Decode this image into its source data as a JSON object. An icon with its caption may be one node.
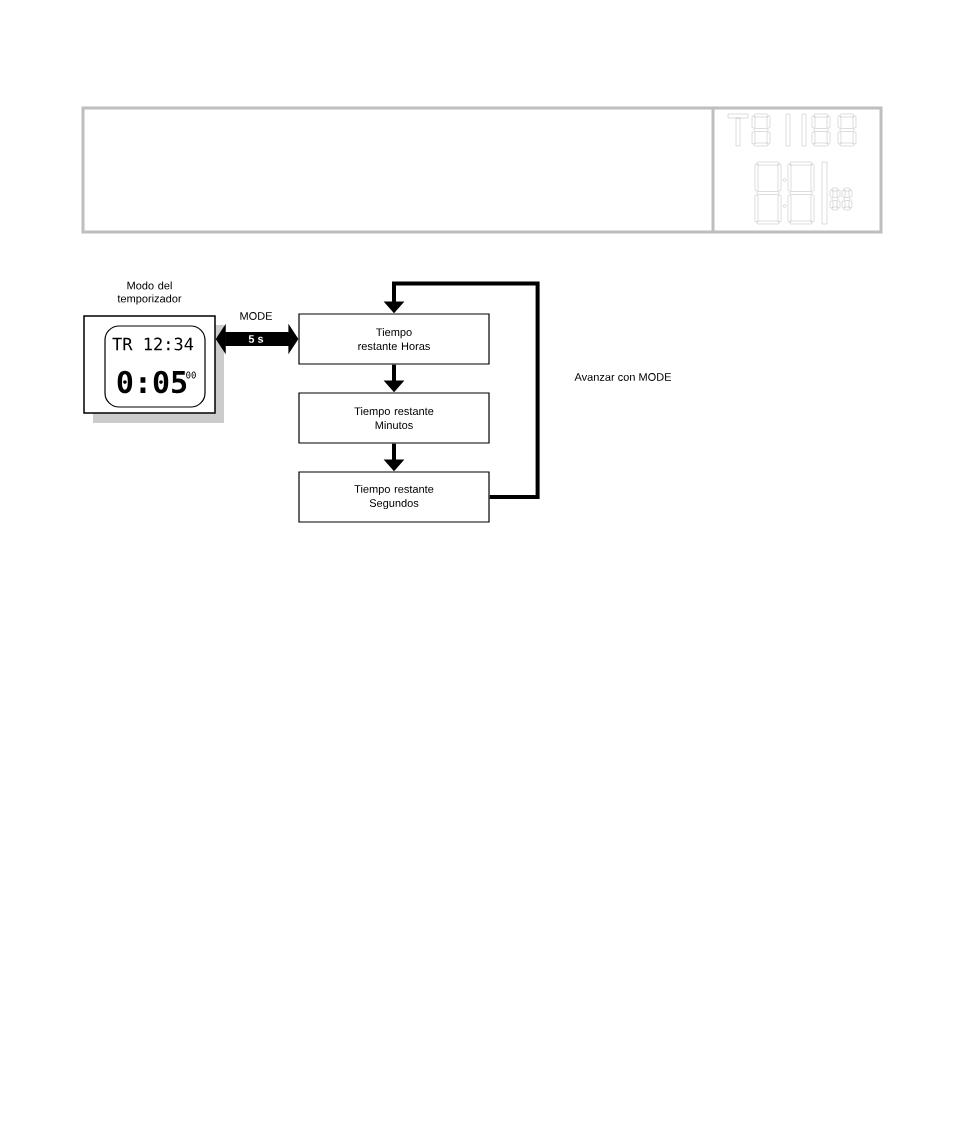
{
  "diagram": {
    "nodes": [
      {
        "text": [
          "Modo del temporizador",
          "TR 12:34",
          "0:05",
          "00"
        ]
      },
      {
        "text": [
          "Tiempo restante Horas"
        ]
      },
      {
        "text": [
          "Tiempo restante Minutos"
        ]
      },
      {
        "text": [
          "Tiempo restante Segundos"
        ]
      }
    ],
    "edges": [
      {
        "from": 0,
        "to": 1,
        "arrow": "both",
        "label": "MODE",
        "style": "thick"
      },
      {
        "from": 1,
        "to": 2,
        "arrow": "to"
      },
      {
        "from": 2,
        "to": 3,
        "arrow": "to"
      },
      {
        "from": 3,
        "to": 1,
        "arrow": "to",
        "label": "Avanzar con MODE"
      }
    ],
    "labels": [
      "5 s"
    ]
  }
}
